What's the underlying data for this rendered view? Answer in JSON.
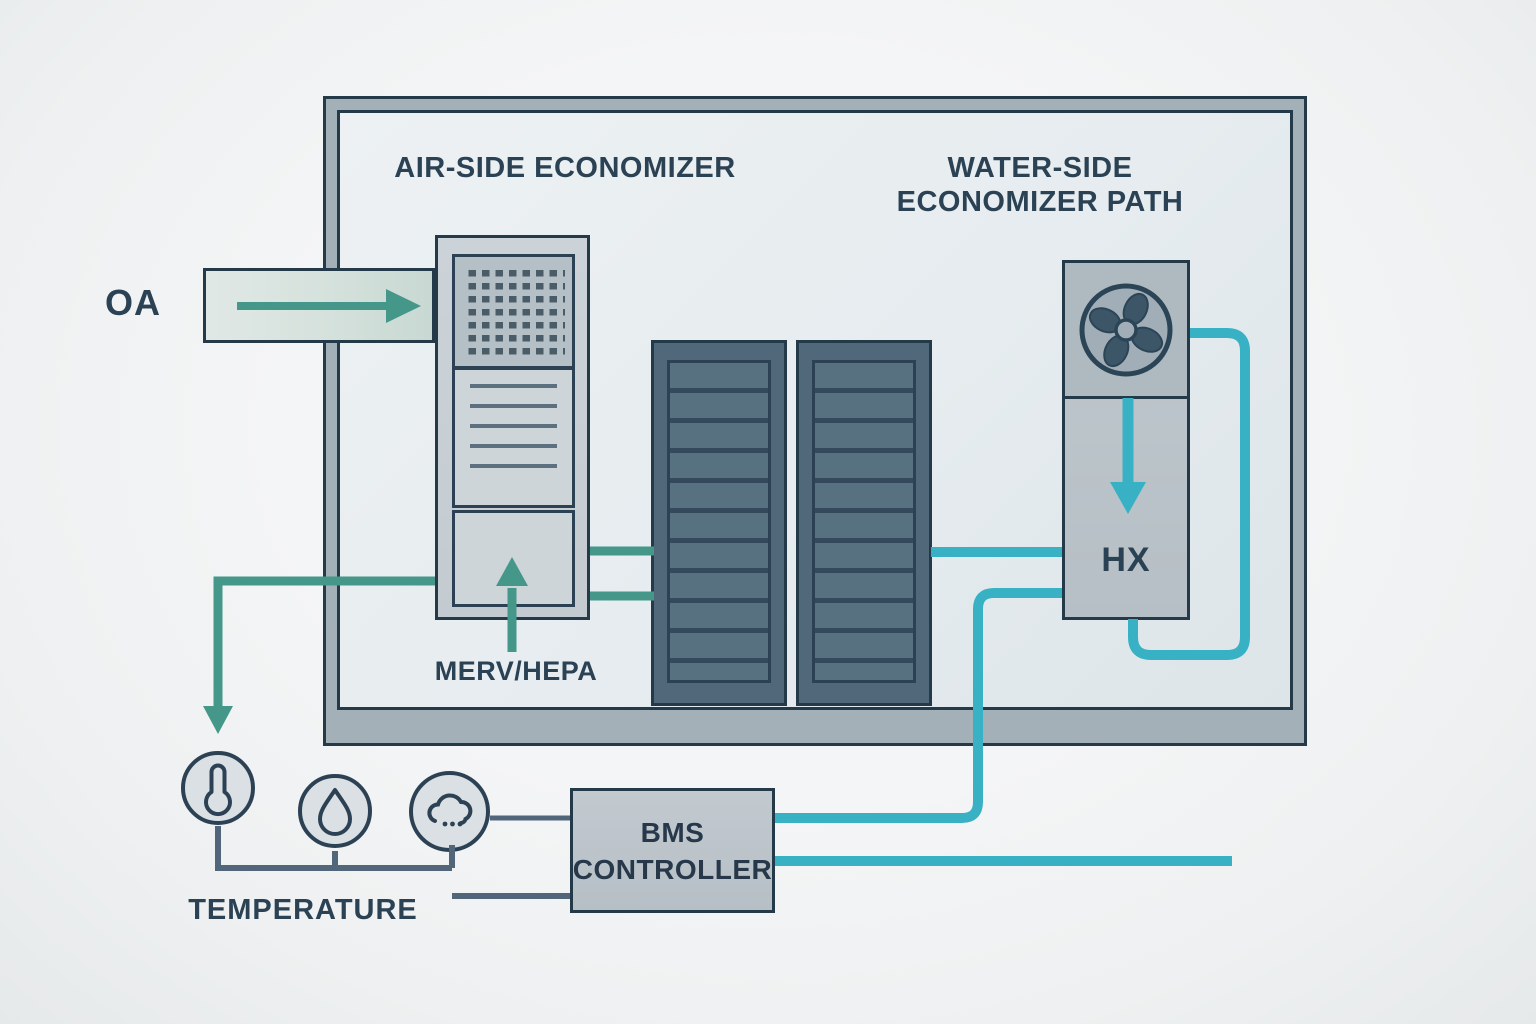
{
  "diagram": {
    "air_side": {
      "title": "AIR-SIDE ECONOMIZER",
      "oa_label": "OA",
      "filter_label": "MERV/HEPA"
    },
    "water_side": {
      "title_line1": "WATER-SIDE",
      "title_line2": "ECONOMIZER PATH",
      "hx_label": "HX"
    },
    "controller": {
      "line1": "BMS",
      "line2": "CONTROLLER"
    },
    "sensors": {
      "temperature_label": "TEMPERATURE",
      "icons": [
        "thermometer-icon",
        "droplet-icon",
        "cloud-icon"
      ]
    },
    "colors": {
      "background": "#f1f2f3",
      "enclosure_wall": "#a4b0b7",
      "outline_dark": "#243a49",
      "equipment_fill": "#c9d0d5",
      "rack_fill": "#50687a",
      "air_flow_green": "#45978a",
      "water_flow_teal": "#39b1c4",
      "signal_gray": "#51667a",
      "text": "#2b4254"
    }
  }
}
